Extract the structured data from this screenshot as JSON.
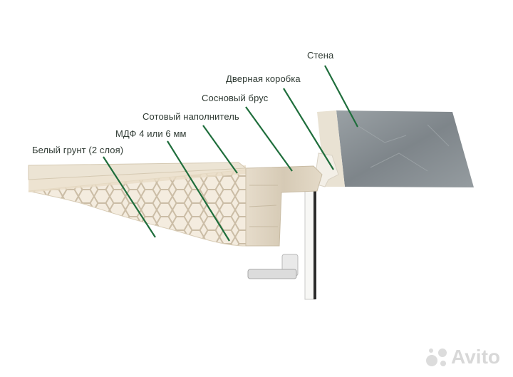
{
  "labels": {
    "wall": "Стена",
    "door_frame": "Дверная коробка",
    "pine_beam": "Сосновый брус",
    "honeycomb": "Сотовый наполнитель",
    "mdf": "МДФ 4 или 6 мм",
    "primer": "Белый грунт (2 слоя)"
  },
  "watermark": {
    "text": "Avito"
  },
  "colors": {
    "leader_line": "#1f6e3c",
    "stone": "#8e959a",
    "honeycomb": "#efe6d6",
    "wood": "#ddd2bf"
  }
}
